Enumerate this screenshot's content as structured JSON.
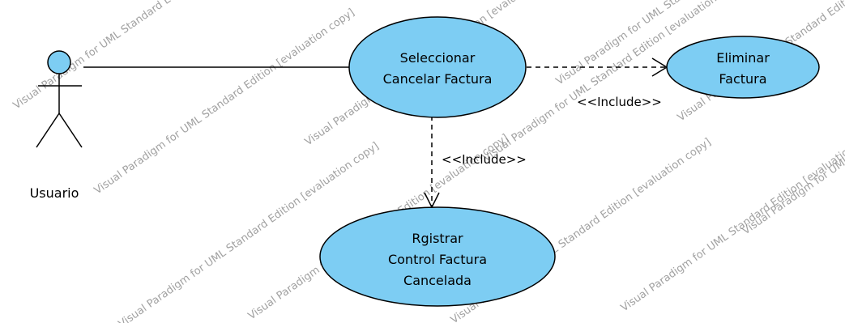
{
  "colors": {
    "use_case_fill": "#7dcdf3",
    "use_case_stroke": "#000000",
    "actor_head_fill": "#7dcdf3",
    "line": "#000000",
    "watermark": "#8a8a8a",
    "background": "#ffffff"
  },
  "actor": {
    "name": "Usuario"
  },
  "use_cases": {
    "seleccionar": {
      "lines": [
        "Seleccionar",
        "Cancelar Factura"
      ]
    },
    "eliminar": {
      "lines": [
        "Eliminar",
        "Factura"
      ]
    },
    "registrar": {
      "lines": [
        "Rgistrar",
        "Control Factura",
        "Cancelada"
      ]
    }
  },
  "relations": {
    "include_eliminar": {
      "stereotype": "<<Include>>"
    },
    "include_registrar": {
      "stereotype": "<<Include>>"
    }
  },
  "watermark": {
    "text_long": "Visual Paradigm for UML Standard Edition [evaluation copy]"
  }
}
